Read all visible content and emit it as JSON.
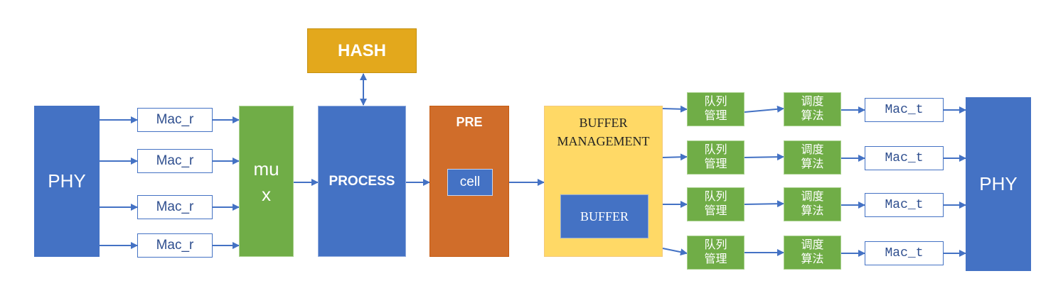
{
  "phy_left": "PHY",
  "phy_right": "PHY",
  "mac_r": [
    "Mac_r",
    "Mac_r",
    "Mac_r",
    "Mac_r"
  ],
  "mux": [
    "mu",
    "x"
  ],
  "hash": "HASH",
  "process": "PROCESS",
  "pre": {
    "title": "PRE",
    "cell": "cell"
  },
  "buffer_management": {
    "title": [
      "BUFFER",
      "MANAGEMENT"
    ],
    "buffer": "BUFFER"
  },
  "queue_mgmt": [
    {
      "line1": "队列",
      "line2": "管理"
    },
    {
      "line1": "队列",
      "line2": "管理"
    },
    {
      "line1": "队列",
      "line2": "管理"
    },
    {
      "line1": "队列",
      "line2": "管理"
    }
  ],
  "scheduler": [
    {
      "line1": "调度",
      "line2": "算法"
    },
    {
      "line1": "调度",
      "line2": "算法"
    },
    {
      "line1": "调度",
      "line2": "算法"
    },
    {
      "line1": "调度",
      "line2": "算法"
    }
  ],
  "mac_t": [
    "Mac_t",
    "Mac_t",
    "Mac_t",
    "Mac_t"
  ],
  "colors": {
    "blue": "#4472c4",
    "green": "#70ad47",
    "orange": "#d06d2a",
    "yellow": "#ffd966",
    "gold": "#e3a81c"
  }
}
